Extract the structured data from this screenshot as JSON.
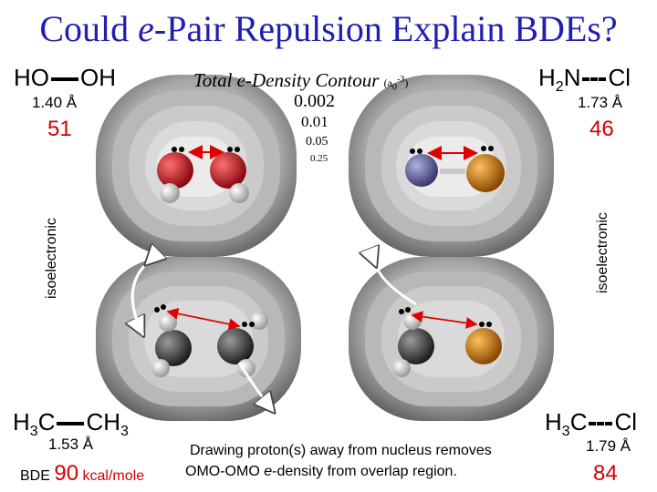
{
  "title": {
    "pre": "Could ",
    "italic": "e",
    "post": "-Pair Repulsion Explain BDEs?"
  },
  "contour": {
    "label_italic": "Total e-Density Contour",
    "unit_open": "(a",
    "unit_sub": "0",
    "unit_sup": "-3",
    "unit_close": ")",
    "levels": [
      "0.002",
      "0.01",
      "0.05",
      "0.25"
    ]
  },
  "mol_tl": {
    "left": "HO",
    "right": "OH",
    "length": "1.40 Å",
    "bde": "51"
  },
  "mol_tr": {
    "left": "H",
    "left_sub": "2",
    "left_end": "N",
    "right": "Cl",
    "length": "1.73 Å",
    "bde": "46"
  },
  "mol_bl": {
    "left": "H",
    "left_sub": "3",
    "left_end": "C",
    "right": "CH",
    "right_sub": "3",
    "length": "1.53 Å",
    "bde_label": "BDE",
    "bde": "90",
    "bde_unit": "kcal/mole"
  },
  "mol_br": {
    "left": "H",
    "left_sub": "3",
    "left_end": "C",
    "right": "Cl",
    "length": "1.79 Å",
    "bde": "84"
  },
  "side_labels": {
    "left": "isoelectronic",
    "right": "isoelectronic"
  },
  "caption": {
    "line1": "Drawing proton(s) away from nucleus removes",
    "line2_pre": "OMO-OMO ",
    "line2_italic": "e",
    "line2_post": "-density from overlap region."
  },
  "colors": {
    "title": "#1f1fb4",
    "bde": "#d40000",
    "oxygen": "#c8141c",
    "nitrogen": "#6a6aa8",
    "chlorine": "#d08014",
    "carbon": "#505050",
    "arrow": "#e00000"
  }
}
